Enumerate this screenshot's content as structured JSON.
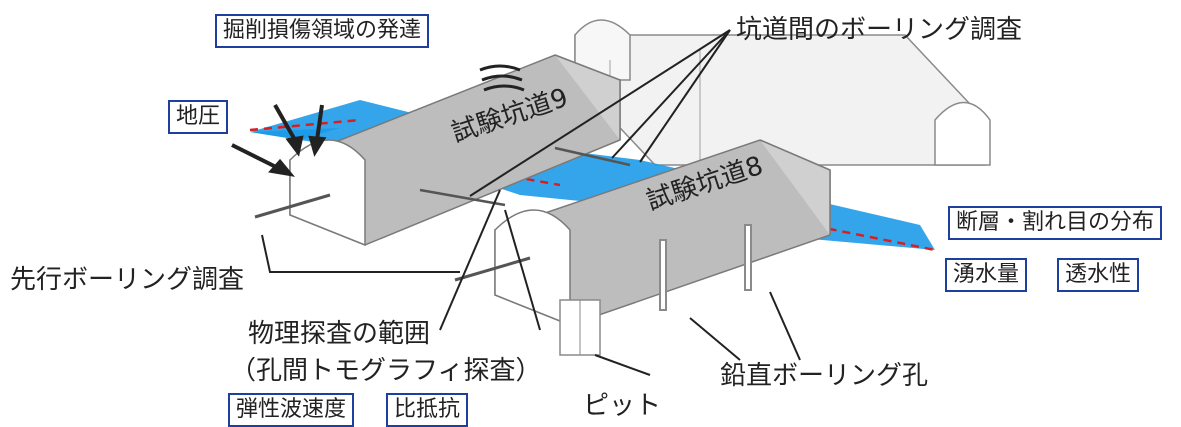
{
  "labels": {
    "damage_zone": "掘削損傷領域の発達",
    "earth_pressure": "地圧",
    "tunnel9": "試験坑道9",
    "tunnel8": "試験坑道8",
    "inter_tunnel_boring": "坑道間のボーリング調査",
    "fault_distribution": "断層・割れ目の分布",
    "water_inflow": "湧水量",
    "permeability": "透水性",
    "advance_boring": "先行ボーリング調査",
    "geophysics_range": "物理探査の範囲",
    "tomography": "（孔間トモグラフィ探査）",
    "elastic_velocity": "弾性波速度",
    "resistivity": "比抵抗",
    "pit": "ピット",
    "vertical_borehole": "鉛直ボーリング孔"
  },
  "colors": {
    "box_border": "#1f3f9e",
    "fracture_fill": "#1e9be8",
    "fault_line": "#d62020",
    "tunnel_fill": "#bdbdbd",
    "tunnel_dark": "#9a9a9a",
    "back_tunnel_fill": "#f0f0f0"
  }
}
